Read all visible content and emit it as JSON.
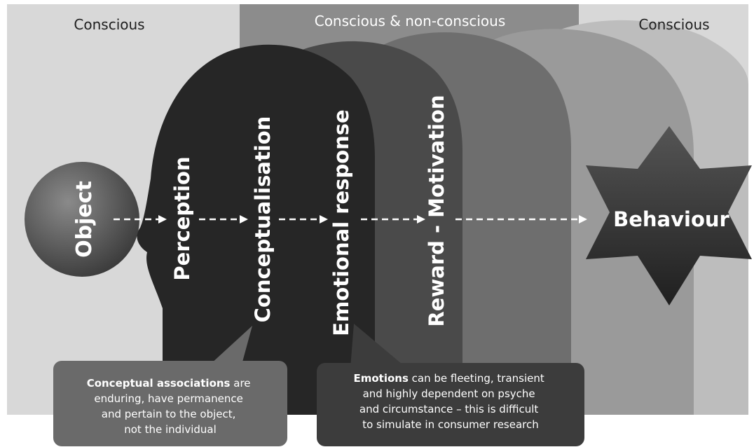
{
  "zones": {
    "left": "Conscious",
    "middle": "Conscious & non-conscious",
    "right": "Conscious"
  },
  "object": {
    "label": "Object"
  },
  "stages": [
    {
      "label": "Perception"
    },
    {
      "label": "Conceptualisation"
    },
    {
      "label": "Emotional response"
    },
    {
      "label": "Reward - Motivation"
    }
  ],
  "behaviour": {
    "label": "Behaviour"
  },
  "callouts": {
    "conceptual": {
      "bold": "Conceptual associations",
      "line1_rest": " are",
      "line2": "enduring, have permanence",
      "line3": "and pertain to the object,",
      "line4": "not the individual"
    },
    "emotions": {
      "bold": "Emotions",
      "line1_rest": " can be fleeting, transient",
      "line2": "and highly dependent on psyche",
      "line3": "and circumstance – this is difficult",
      "line4": "to simulate in consumer research"
    }
  },
  "colors": {
    "background": "#d8d8d8",
    "middle_band": "#8c8c8c",
    "head_perception": "#262626",
    "head_conceptualisation": "#4a4a4a",
    "head_emotional": "#6e6e6e",
    "head_reward": "#9a9a9a",
    "head_behaviour": "#bdbdbd",
    "callout_left": "#6a6a6a",
    "callout_right": "#3c3c3c",
    "star": "#2e2e2e",
    "text_light": "#ffffff",
    "text_dark": "#1e1e1e"
  }
}
